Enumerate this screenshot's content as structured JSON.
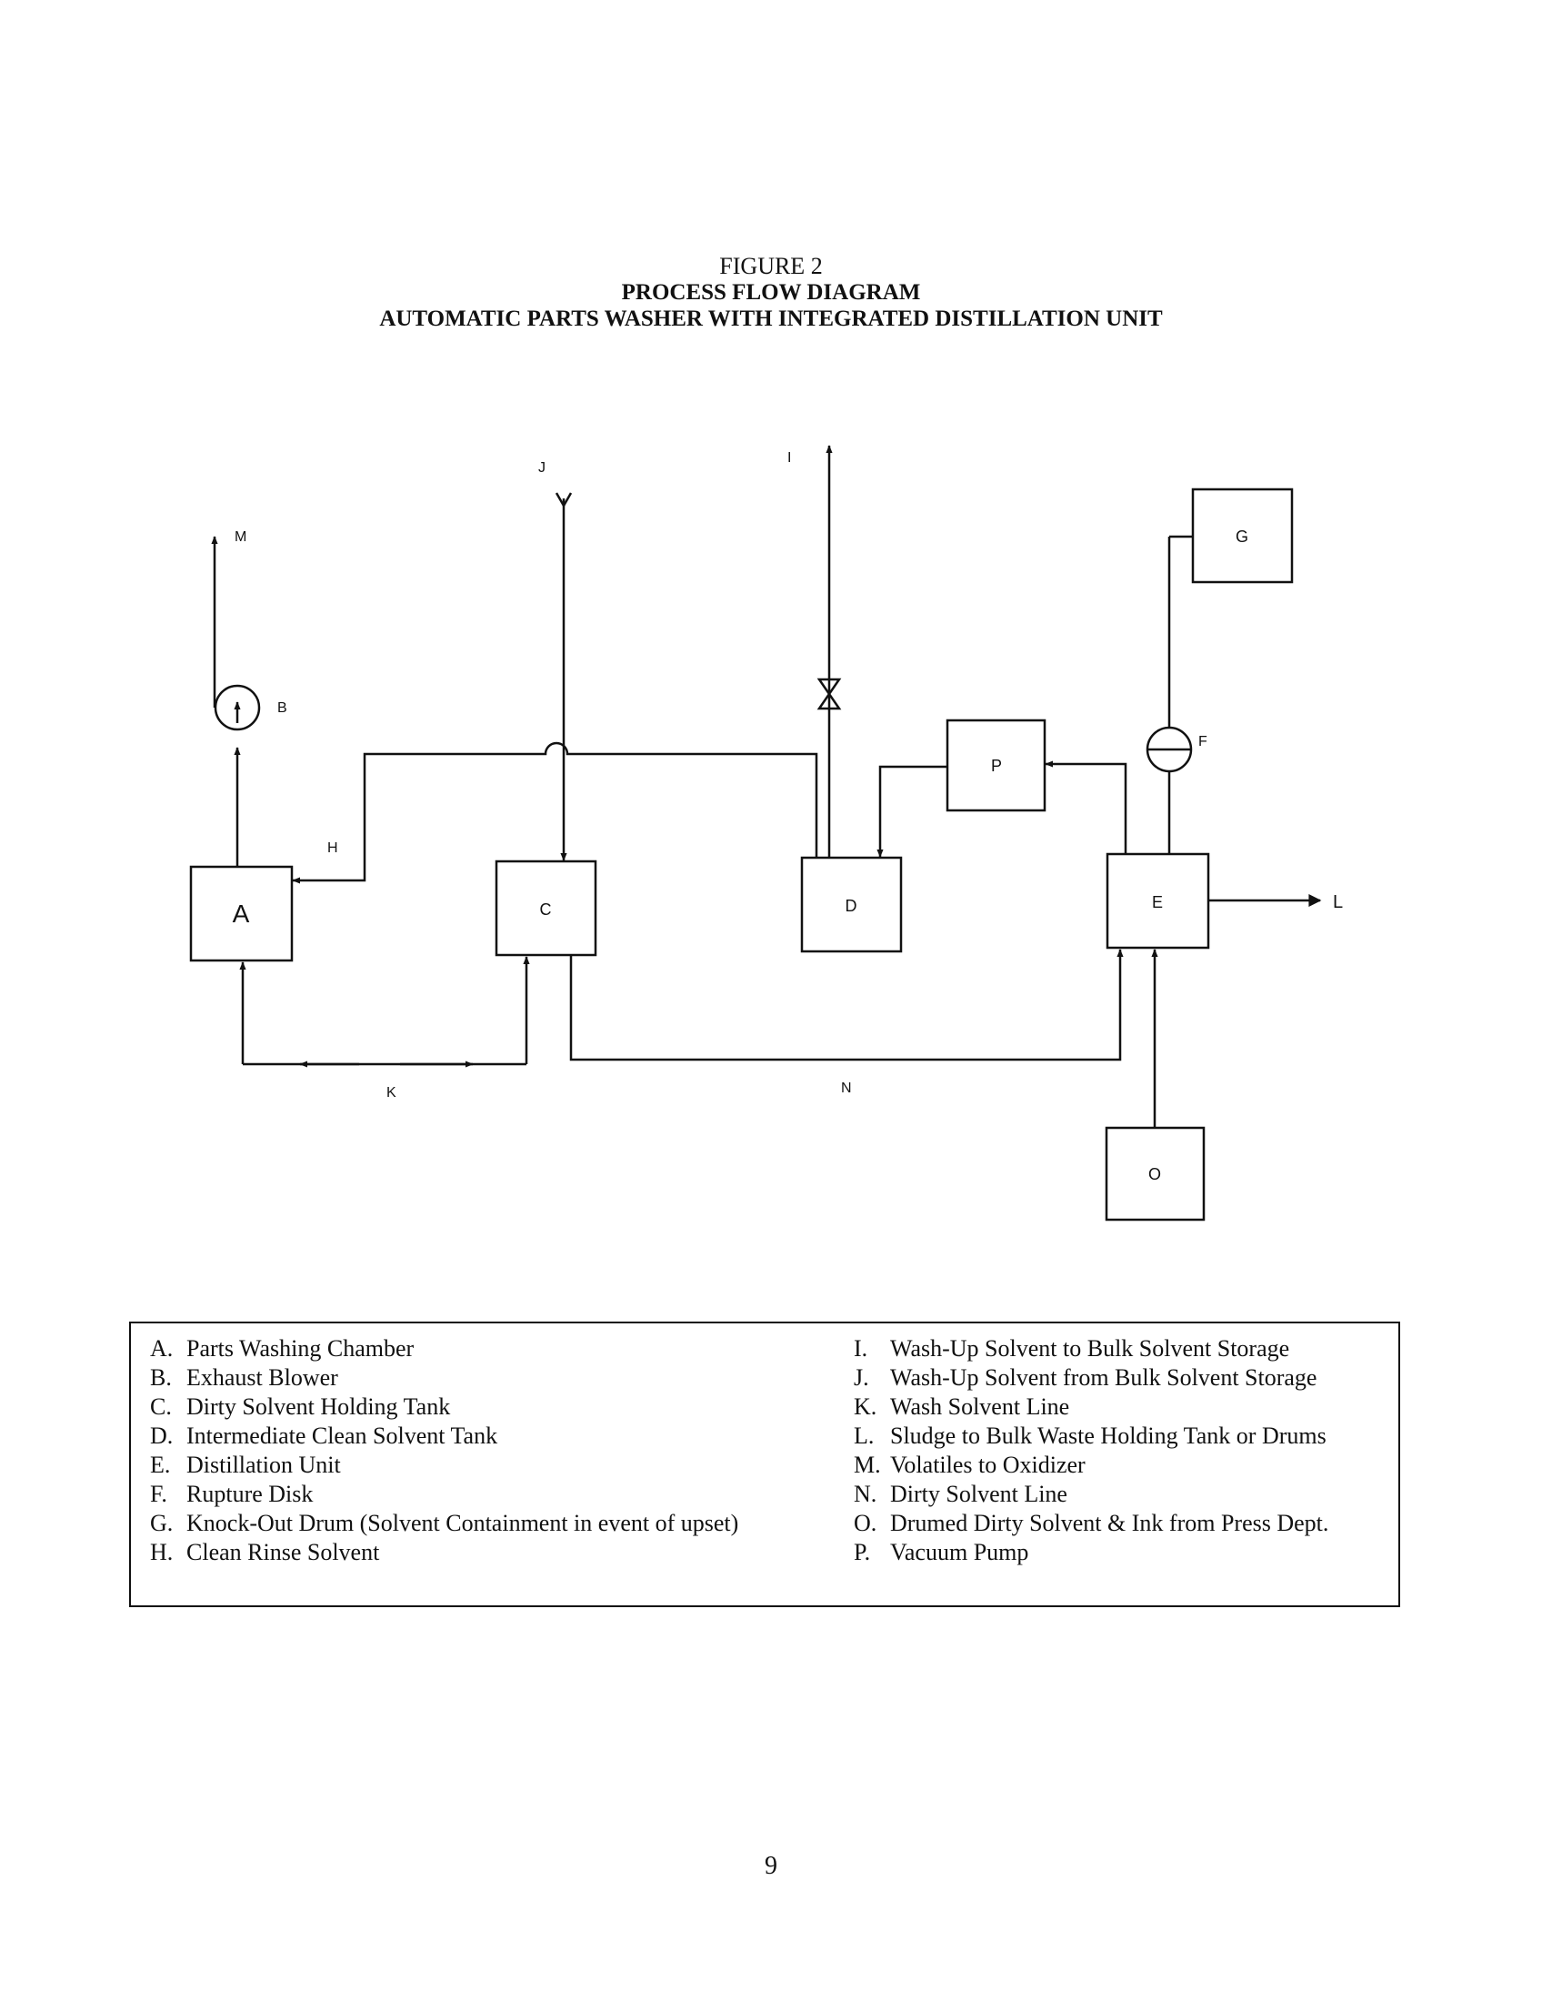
{
  "header": {
    "figure": "FIGURE 2",
    "title": "PROCESS FLOW DIAGRAM",
    "subtitle": "AUTOMATIC PARTS WASHER WITH INTEGRATED DISTILLATION UNIT"
  },
  "diagram": {
    "nodes": {
      "A": "A",
      "C": "C",
      "D": "D",
      "E": "E",
      "G": "G",
      "O": "O",
      "P": "P"
    },
    "symbols": {
      "B": "B",
      "F": "F"
    },
    "streams": {
      "H": "H",
      "I": "I",
      "J": "J",
      "K": "K",
      "L": "L",
      "M": "M",
      "N": "N"
    }
  },
  "legend": {
    "left": [
      {
        "key": "A.",
        "text": "Parts Washing Chamber"
      },
      {
        "key": "B.",
        "text": "Exhaust Blower"
      },
      {
        "key": "C.",
        "text": "Dirty Solvent Holding Tank"
      },
      {
        "key": "D.",
        "text": "Intermediate Clean Solvent Tank"
      },
      {
        "key": "E.",
        "text": "Distillation Unit"
      },
      {
        "key": "F.",
        "text": "Rupture Disk"
      },
      {
        "key": "G.",
        "text": "Knock-Out Drum (Solvent Containment in event of upset)"
      },
      {
        "key": "H.",
        "text": "Clean Rinse Solvent"
      }
    ],
    "right": [
      {
        "key": "I.",
        "text": "Wash-Up Solvent to Bulk Solvent Storage"
      },
      {
        "key": "J.",
        "text": "Wash-Up Solvent from Bulk Solvent Storage"
      },
      {
        "key": "K.",
        "text": "Wash Solvent Line"
      },
      {
        "key": "L.",
        "text": "Sludge to Bulk Waste Holding Tank or Drums"
      },
      {
        "key": "M.",
        "text": "Volatiles to Oxidizer"
      },
      {
        "key": "N.",
        "text": "Dirty Solvent Line"
      },
      {
        "key": "O.",
        "text": "Drumed Dirty Solvent & Ink from Press Dept."
      },
      {
        "key": "P.",
        "text": "Vacuum Pump"
      }
    ]
  },
  "page_number": "9"
}
